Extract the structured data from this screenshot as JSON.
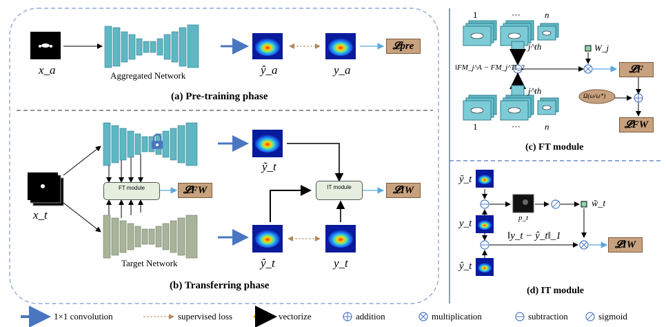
{
  "panel_a": {
    "input_label": "x_a",
    "network_label": "Aggregated Network",
    "pred_label": "ŷ_a",
    "gt_label": "y_a",
    "loss_label": "𝓛pre",
    "caption": "(a) Pre-training phase"
  },
  "panel_b": {
    "input_label": "x_t",
    "ft_module_label": "FT module",
    "it_module_label": "IT module",
    "ft_loss_label": "𝓛FW",
    "it_loss_label": "𝓛IW",
    "tilde_label": "ỹ_t",
    "pred_label": "ŷ_t",
    "gt_label": "y_t",
    "target_network_label": "Target Network",
    "caption": "(b) Transferring phase"
  },
  "panel_c": {
    "top_index_1": "1",
    "top_dots": "···",
    "top_index_n": "n",
    "bot_index_1": "1",
    "bot_dots": "···",
    "bot_index_n": "n",
    "jth_top": "j^th",
    "jth_bot": "j^th",
    "weight_label": "W_j",
    "norm_label": "‖FM_j^A − FM_j^T‖_2",
    "omega_label": "Ω(ω/ω*)",
    "loss_f": "𝓛F",
    "loss_fw": "𝓛FW",
    "caption": "(c) FT module"
  },
  "panel_d": {
    "tilde_y": "ỹ_t",
    "y": "y_t",
    "hat_y": "ŷ_t",
    "p_label": "p_t",
    "w_label": "w̃_t",
    "norm_label": "‖y_t − ŷ_t‖_1",
    "loss_iw": "𝓛IW",
    "caption": "(d) IT module"
  },
  "legend": {
    "conv": "1×1 convolution",
    "sup": "supervised loss",
    "vec": "vectorize",
    "add": "addition",
    "mul": "multiplication",
    "sub": "subtraction",
    "sig": "sigmoid"
  },
  "colors": {
    "net_teal": "#5fb7c4",
    "target_gray": "#a7b49a",
    "arrow_blue": "#4a76c0",
    "loss_bg": "#c8a27e",
    "module_bg": "#e6efdf",
    "vector_gold": "#e8b017"
  }
}
